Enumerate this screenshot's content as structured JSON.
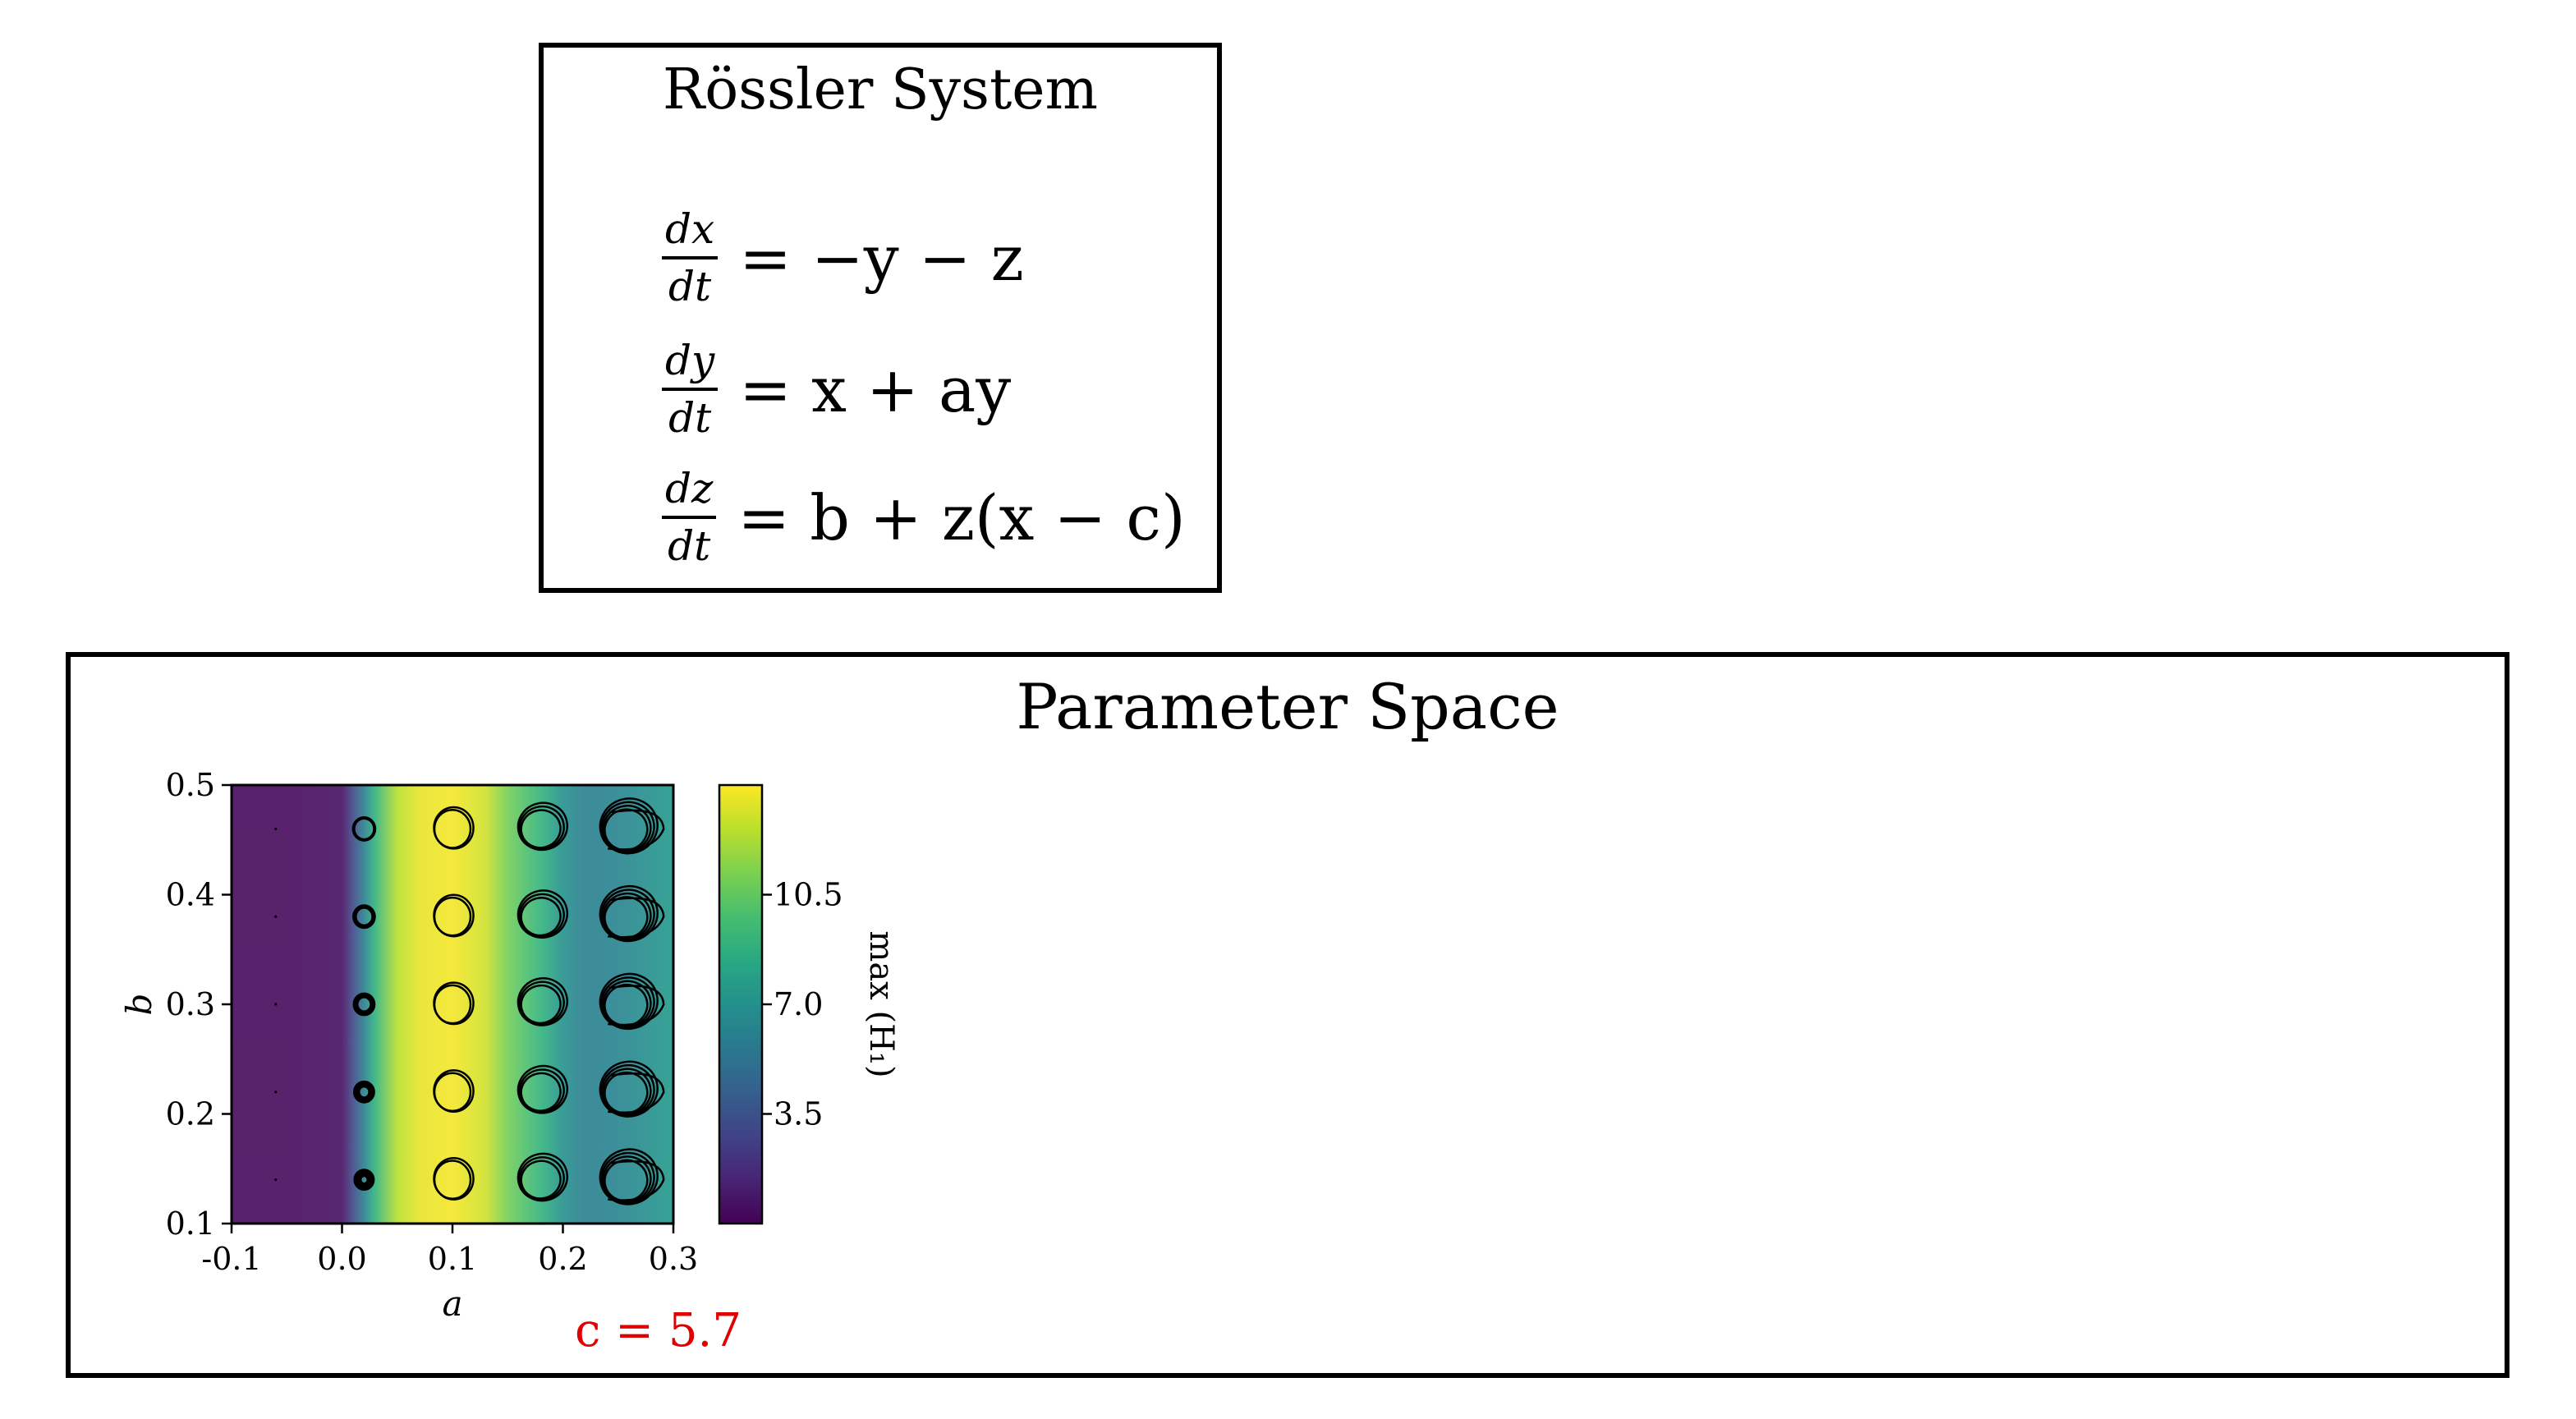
{
  "equations": {
    "title": "Rössler System",
    "eq1": {
      "num": "dx",
      "den": "dt",
      "rhs": "= −y − z"
    },
    "eq2": {
      "num": "dy",
      "den": "dt",
      "rhs": "= x + ay"
    },
    "eq3": {
      "num": "dz",
      "den": "dt",
      "rhs": "= b + z(x − c)"
    }
  },
  "parameter_space": {
    "title": "Parameter Space",
    "c_label": "c = 5.7"
  },
  "chart_data": {
    "type": "heatmap",
    "xlabel": "a",
    "ylabel": "b",
    "colorbar_label": "max (H₁)",
    "xlim": [
      -0.1,
      0.3
    ],
    "ylim": [
      0.1,
      0.5
    ],
    "xticks": [
      -0.1,
      0.0,
      0.1,
      0.2,
      0.3
    ],
    "xtick_labels": [
      "-0.1",
      "0.0",
      "0.1",
      "0.2",
      "0.3"
    ],
    "yticks": [
      0.1,
      0.2,
      0.3,
      0.4,
      0.5
    ],
    "ytick_labels": [
      "0.1",
      "0.2",
      "0.3",
      "0.4",
      "0.5"
    ],
    "colorbar_ticks": [
      3.5,
      7.0,
      10.5
    ],
    "colorbar_tick_labels": [
      "3.5",
      "7.0",
      "10.5"
    ],
    "colorbar_range": [
      0,
      14
    ],
    "colormap": "viridis",
    "heatmap_profile": {
      "a": [
        -0.1,
        -0.05,
        0.0,
        0.01,
        0.02,
        0.03,
        0.05,
        0.07,
        0.1,
        0.13,
        0.15,
        0.18,
        0.2,
        0.22,
        0.25,
        0.28,
        0.3
      ],
      "max_H1": [
        0.3,
        0.3,
        0.6,
        3.0,
        6.0,
        9.0,
        12.5,
        13.5,
        13.8,
        13.0,
        11.0,
        9.0,
        7.0,
        6.0,
        6.3,
        7.0,
        7.5
      ]
    },
    "attractor_grid": {
      "a": [
        -0.06,
        0.02,
        0.1,
        0.18,
        0.26
      ],
      "b": [
        0.14,
        0.22,
        0.3,
        0.38,
        0.46
      ],
      "loops": [
        1,
        1,
        2,
        3,
        4
      ]
    }
  }
}
